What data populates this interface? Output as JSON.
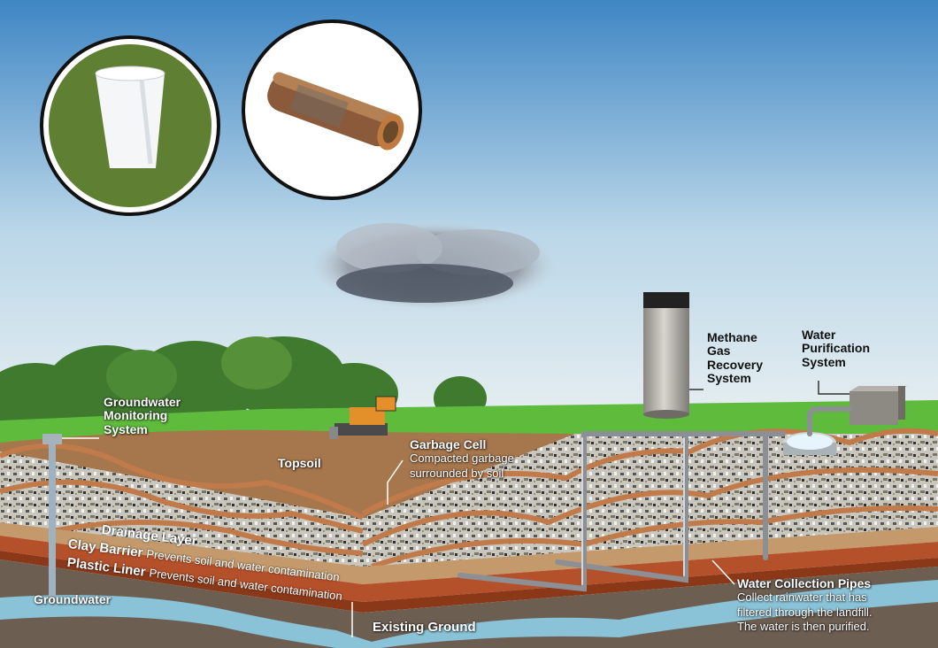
{
  "labels": {
    "groundwater_monitoring": [
      "Groundwater",
      "Monitoring",
      "System"
    ],
    "methane": [
      "Methane",
      "Gas",
      "Recovery",
      "System"
    ],
    "water_purification": [
      "Water",
      "Purification",
      "System"
    ],
    "topsoil": "Topsoil",
    "garbage_cell": {
      "title": "Garbage Cell",
      "desc": [
        "Compacted garbage",
        "surrounded by soil"
      ]
    },
    "drainage_layer": "Drainage Layer",
    "clay_barrier": {
      "title": "Clay Barrier",
      "desc": "Prevents soil and water contamination"
    },
    "plastic_liner": {
      "title": "Plastic Liner",
      "desc": "Prevents soil and water contamination"
    },
    "groundwater": "Groundwater",
    "existing_ground": "Existing Ground",
    "water_collection": {
      "title": "Water Collection Pipes",
      "desc": [
        "Collect rainwater that has",
        "filtered through the landfill.",
        "The water is then purified."
      ]
    }
  },
  "insets": [
    {
      "name": "foam-cup-photo",
      "subject": "foam cup on grass"
    },
    {
      "name": "rusty-battery-photo",
      "subject": "corroded battery"
    }
  ],
  "colors": {
    "sky_top": "#3f86c4",
    "sky_bottom": "#dfe9ee",
    "grass": "#5fbb3c",
    "topsoil": "#a6764c",
    "clay": "#b4502a",
    "drainage": "#c49a6c",
    "ground": "#6d5e52",
    "water": "#8fd3ef"
  }
}
